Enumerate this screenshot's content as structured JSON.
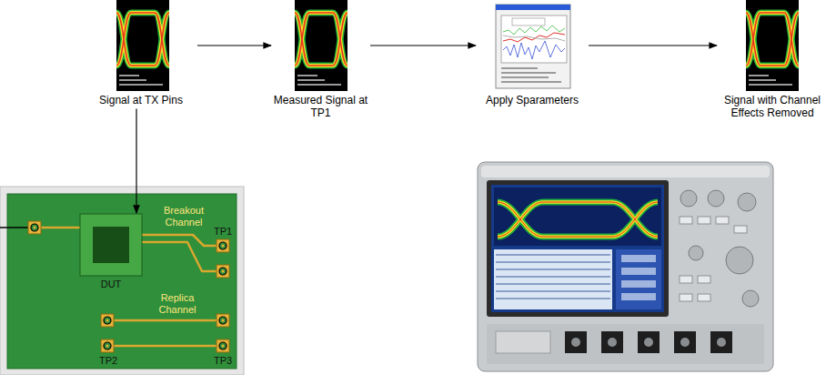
{
  "diagram": {
    "nodes": [
      {
        "text": [
          "Signal at TX Pins"
        ]
      },
      {
        "text": [
          "Measured Signal at TP1"
        ]
      },
      {
        "text": [
          "Apply Sparameters"
        ]
      },
      {
        "text": [
          "Signal with Channel Effects Removed"
        ]
      },
      {
        "text": [
          "DUT"
        ]
      }
    ],
    "edges": [
      {
        "from": 0,
        "to": 1,
        "arrow": "to"
      },
      {
        "from": 1,
        "to": 2,
        "arrow": "to"
      },
      {
        "from": 2,
        "to": 3,
        "arrow": "to"
      },
      {
        "from": 0,
        "to": 4,
        "arrow": "to"
      }
    ],
    "labels": [
      "Breakout Channel",
      "TP1",
      "Replica Channel",
      "TP2",
      "TP3"
    ]
  }
}
